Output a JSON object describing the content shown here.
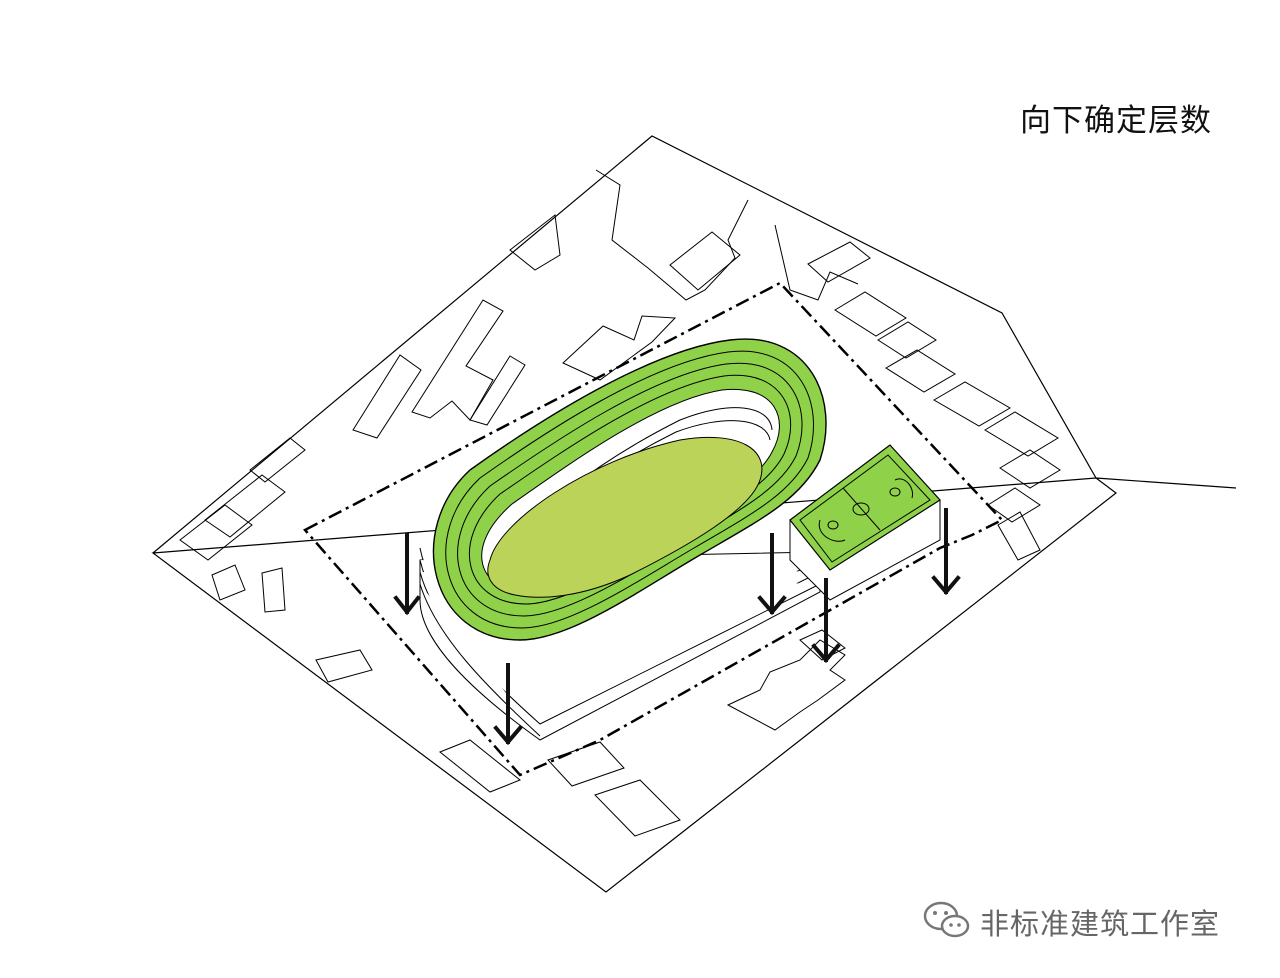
{
  "title": "向下确定层数",
  "watermark": {
    "text": "非标准建筑工作室",
    "icon": "wechat-icon"
  },
  "colors": {
    "track": "#8fd148",
    "field": "#bcd35a",
    "court": "#8fd148",
    "line": "#000000",
    "arrow": "#111111",
    "watermark": "#666666"
  },
  "arrows_count": 5
}
